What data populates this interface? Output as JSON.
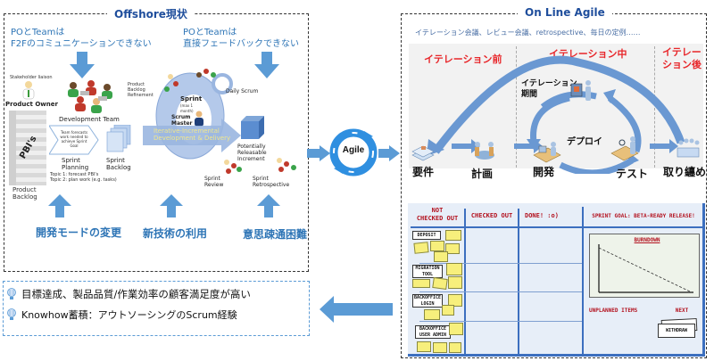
{
  "offshore": {
    "title": "Offshore現状",
    "issue_left": "POとTeamは\nF2Fのコミュニケーションできない",
    "issue_left_line1": "POとTeamは",
    "issue_left_line2": "F2Fのコミュニケーションできない",
    "issue_right_line1": "POとTeamは",
    "issue_right_line2": "直接フェードバックできない",
    "scrum": {
      "stakeholder_liaison": "Stakeholder liaison",
      "product_owner": "Product Owner",
      "pbis": "PBI's",
      "product_backlog": "Product\nBacklog",
      "product_backlog_l1": "Product",
      "product_backlog_l2": "Backlog",
      "development_team": "Development Team",
      "team_forecasts": "Team forecasts work needed to achieve Sprint Goal",
      "sprint_planning_l1": "Sprint",
      "sprint_planning_l2": "Planning",
      "topic1": "Topic 1: forecast PBI's",
      "topic2": "Topic 2: plan work (e.g. tasks)",
      "sprint_backlog_l1": "Sprint",
      "sprint_backlog_l2": "Backlog",
      "pbr_l1": "Product",
      "pbr_l2": "Backlog",
      "pbr_l3": "Refinement",
      "sprint": "Sprint",
      "sprint_max": "(max 1 month)",
      "scrum_master_l1": "Scrum",
      "scrum_master_l2": "Master",
      "daily_scrum": "Daily Scrum",
      "iterative_l1": "Iterative-Incremental",
      "iterative_l2": "Development & Delivery",
      "increment_l1": "Potentially",
      "increment_l2": "Releasable",
      "increment_l3": "Increment",
      "sprint_review_l1": "Sprint",
      "sprint_review_l2": "Review",
      "sprint_retro_l1": "Sprint",
      "sprint_retro_l2": "Retrospective"
    },
    "bottom_labels": [
      "開発モードの変更",
      "新技術の利用",
      "意思疎通困難"
    ]
  },
  "center": {
    "agile_label": "Agile"
  },
  "online": {
    "title": "On Line Agile",
    "meetings": "イテレーション会議、レビュー会議、retrospective、毎日の定例……",
    "phase_before": "イテレーション前",
    "phase_during": "イテレーション中",
    "phase_after_l1": "イテレー",
    "phase_after_l2": "ション後",
    "iteration_period_l1": "イテレーション",
    "iteration_period_l2": "期間",
    "deploy": "デプロイ",
    "steps": [
      "要件",
      "計画",
      "開発",
      "テスト",
      "取り纏め"
    ],
    "board": {
      "col_not_checked_out_l1": "NOT",
      "col_not_checked_out_l2": "CHECKED OUT",
      "col_checked_out": "CHECKED OUT",
      "col_done": "DONE! :o)",
      "sprint_goal": "SPRINT GOAL: BETA-READY RELEASE!",
      "burndown": "BURNDOWN",
      "unplanned_items": "UNPLANNED ITEMS",
      "next": "NEXT",
      "next_card": "WITHDRAW",
      "stories": [
        {
          "l1": "DEPOSIT",
          "l2": ""
        },
        {
          "l1": "MIGRATION",
          "l2": "TOOL"
        },
        {
          "l1": "BACKOFFICE",
          "l2": "LOGIN"
        },
        {
          "l1": "BACKOFFICE",
          "l2": "USER ADMIN"
        }
      ]
    }
  },
  "results": {
    "items": [
      "目標達成、製品品質/作業効率の顧客満足度が高い",
      "Knowhow蓄積：アウトソーシングのScrum経験"
    ]
  },
  "colors": {
    "arrow_blue": "#5b9bd5",
    "title_blue": "#1f4e9c",
    "text_blue": "#2e75b6",
    "phase_red": "#e8262a",
    "sticky_yellow": "#f7ef7c",
    "board_blue": "#3c6fbf"
  }
}
